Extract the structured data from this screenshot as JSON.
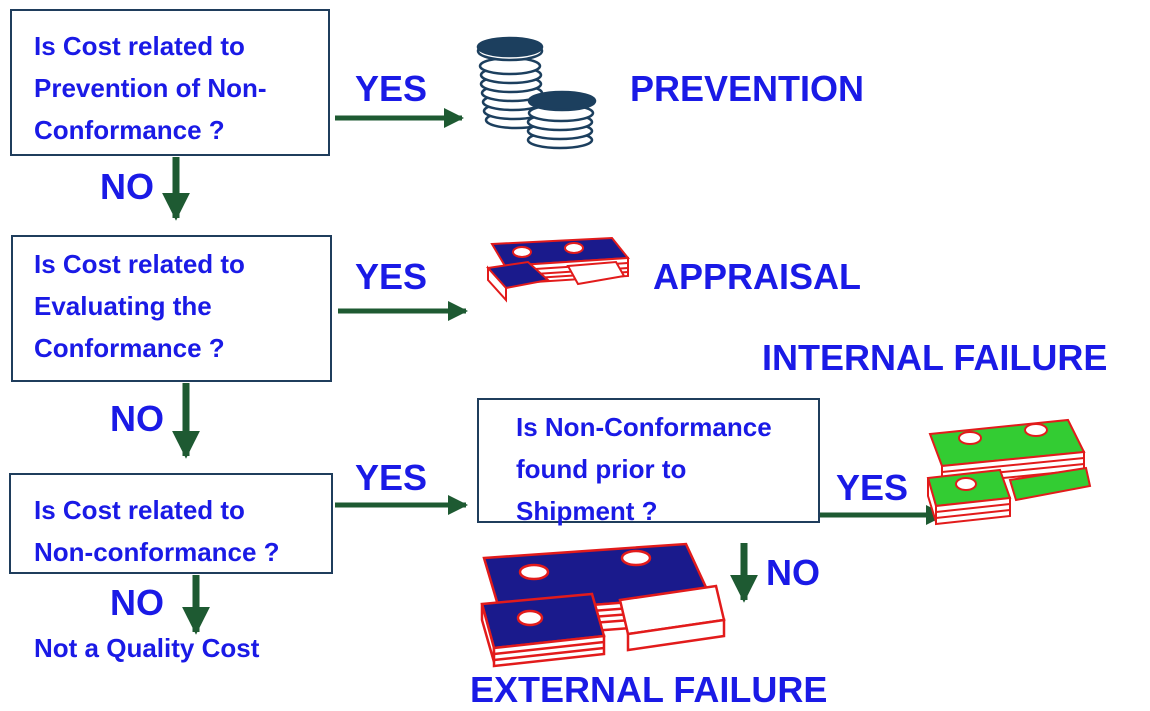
{
  "questions": {
    "q1": "Is Cost related to\nPrevention of Non-\nConformance ?",
    "q2": "Is Cost related to\nEvaluating the\nConformance ?",
    "q3": "Is Cost related to\nNon-conformance  ?",
    "q4": "Is Non-Conformance\nfound prior to\nShipment ?"
  },
  "answers": {
    "yes": "YES",
    "no": "NO"
  },
  "categories": {
    "prevention": "PREVENTION",
    "appraisal": "APPRAISAL",
    "internal_failure": "INTERNAL FAILURE",
    "external_failure": "EXTERNAL FAILURE"
  },
  "terminal": "Not a Quality Cost",
  "colors": {
    "text": "#1a1ae6",
    "arrow": "#1e5a32",
    "box_border": "#1f3d5c",
    "money_red": "#e21b1b",
    "money_blue": "#1a1a8c",
    "money_green": "#33cc33",
    "coin": "#1c3f5e"
  },
  "icons": {
    "prevention": "coin-stack-icon",
    "appraisal": "money-bundle-icon",
    "internal_failure": "green-money-bundle-icon",
    "external_failure": "large-money-bundle-icon"
  }
}
